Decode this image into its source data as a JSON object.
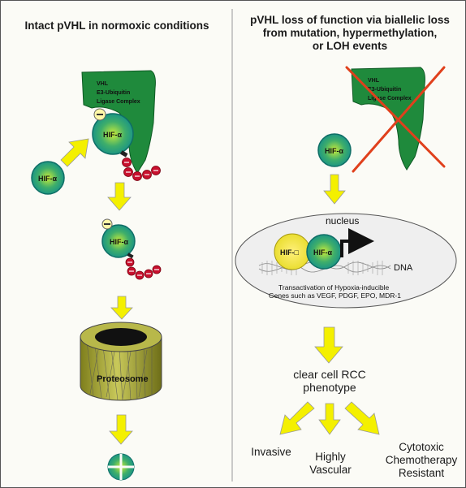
{
  "left_panel": {
    "title": "Intact pVHL in normoxic conditions",
    "vhl_label_line1": "VHL",
    "vhl_label_line2": "E3-Ubiquitin",
    "vhl_label_line3": "Ligase Complex",
    "hif_label": "HIF-α",
    "proteosome_label": "Proteosome"
  },
  "right_panel": {
    "title_line1": "pVHL loss of function via biallelic loss",
    "title_line2": "from mutation, hypermethylation,",
    "title_line3": "or LOH events",
    "vhl_label_line1": "VHL",
    "vhl_label_line2": "E3-Ubiquitin",
    "vhl_label_line3": "Ligase Complex",
    "hif_label": "HIF-α",
    "nucleus_label": "nucleus",
    "hif_beta_label": "HIF-□",
    "dna_label": "DNA",
    "transactivation_line1": "Transactivation of Hypoxia-inducible",
    "transactivation_line2": "Genes such as VEGF, PDGF, EPO, MDR-1",
    "phenotype_line1": "clear cell RCC",
    "phenotype_line2": "phenotype",
    "outcome_invasive": "Invasive",
    "outcome_vascular_line1": "Highly",
    "outcome_vascular_line2": "Vascular",
    "outcome_cytotoxic_line1": "Cytotoxic",
    "outcome_cytotoxic_line2": "Chemotherapy",
    "outcome_cytotoxic_line3": "Resistant"
  },
  "colors": {
    "vhl_green": "#1f8a3c",
    "hif_teal": "#1a9a8a",
    "arrow_yellow": "#f4f000",
    "ubiquitin_red": "#c8102e",
    "cross_red": "#e0401c",
    "proteosome_olive": "#a8a83a"
  }
}
